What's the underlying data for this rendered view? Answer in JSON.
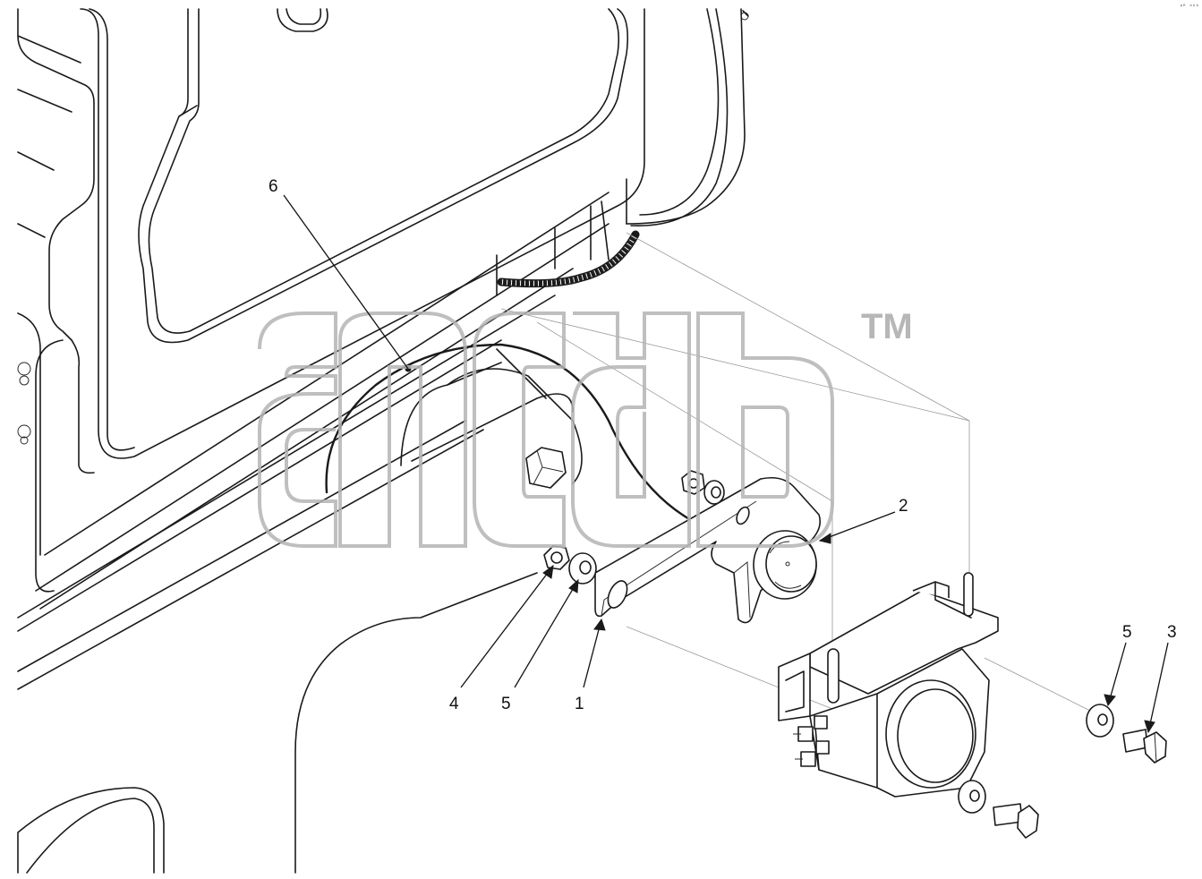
{
  "callouts": [
    {
      "id": "1",
      "label": "1"
    },
    {
      "id": "2",
      "label": "2"
    },
    {
      "id": "3",
      "label": "3"
    },
    {
      "id": "4",
      "label": "4"
    },
    {
      "id": "5a",
      "label": "5"
    },
    {
      "id": "5b",
      "label": "5"
    },
    {
      "id": "6",
      "label": "6"
    }
  ],
  "watermark": {
    "trademark": "TM"
  },
  "corner_code": "ᵍᴿ ᵇᵇᵇ",
  "colors": {
    "line": "#1a1a1a",
    "watermark": "#b5b5b5",
    "background": "#ffffff"
  }
}
